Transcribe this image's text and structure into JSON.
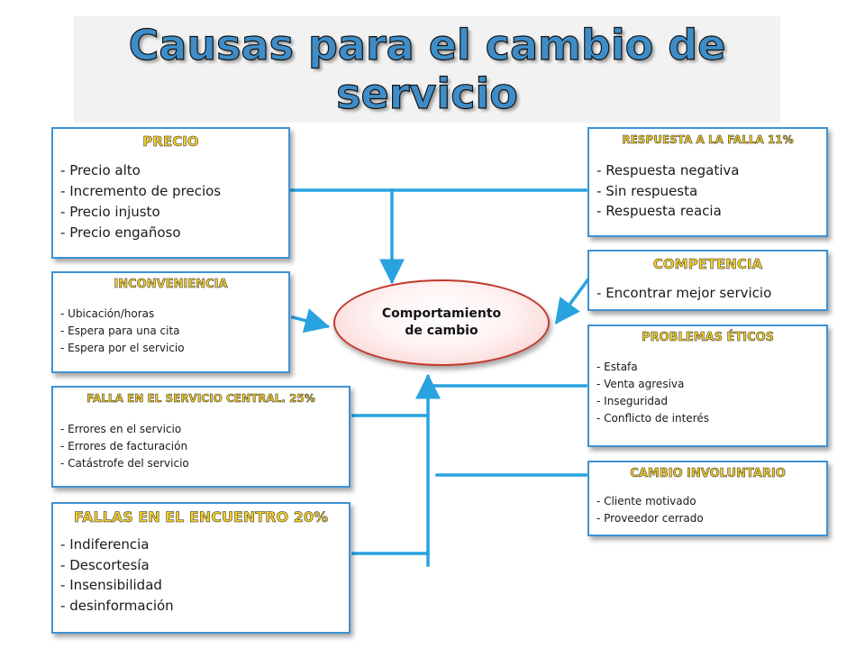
{
  "title": "Causas para el cambio de servicio",
  "center": {
    "label": "Comportamiento\nde cambio"
  },
  "boxes": {
    "precio": {
      "heading": "PRECIO",
      "items": [
        "Precio alto",
        "Incremento de precios",
        "Precio injusto",
        "Precio engañoso"
      ]
    },
    "inconveniencia": {
      "heading": "INCONVENIENCIA",
      "items": [
        "Ubicación/horas",
        "Espera para una cita",
        "Espera por el servicio"
      ]
    },
    "falla_central": {
      "heading": "FALLA EN EL SERVICIO CENTRAL. 25%",
      "items": [
        "Errores en el servicio",
        "Errores de facturación",
        "Catástrofe del servicio"
      ]
    },
    "fallas_encuentro": {
      "heading": "FALLAS EN EL ENCUENTRO 20%",
      "items": [
        "Indiferencia",
        "Descortesía",
        "Insensibilidad",
        "desinformación"
      ]
    },
    "respuesta": {
      "heading": "RESPUESTA A LA FALLA 11%",
      "items": [
        "Respuesta negativa",
        "Sin respuesta",
        "Respuesta reacia"
      ]
    },
    "competencia": {
      "heading": "COMPETENCIA",
      "items": [
        "Encontrar mejor servicio"
      ]
    },
    "eticos": {
      "heading": "PROBLEMAS ÉTICOS",
      "items": [
        "Estafa",
        "Venta agresiva",
        "Inseguridad",
        "Conflicto de interés"
      ]
    },
    "involuntario": {
      "heading": "CAMBIO INVOLUNTARIO",
      "items": [
        "Cliente motivado",
        "Proveedor cerrado"
      ]
    }
  },
  "colors": {
    "connector": "#29a3e0",
    "box_border": "#3f92d2",
    "heading_fill": "#f4cf2a",
    "title_fill": "#3e8dc8",
    "center_border": "#c0392b"
  }
}
